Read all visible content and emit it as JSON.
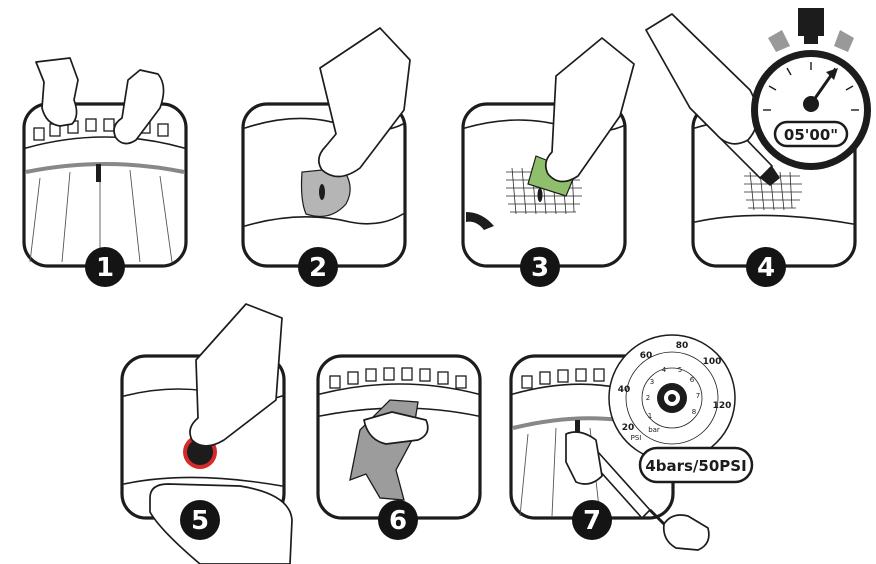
{
  "steps": [
    {
      "number": "1"
    },
    {
      "number": "2"
    },
    {
      "number": "3"
    },
    {
      "number": "4"
    },
    {
      "number": "5"
    },
    {
      "number": "6"
    },
    {
      "number": "7"
    }
  ],
  "timer": {
    "display": "05'00\""
  },
  "pressure": {
    "label": "4bars/50PSI",
    "outer_scale": [
      "20",
      "40",
      "60",
      "80",
      "100",
      "120"
    ],
    "inner_scale": [
      "1",
      "2",
      "3",
      "4",
      "5",
      "6",
      "7",
      "8"
    ],
    "unit_psi": "PSI",
    "unit_bar": "bar"
  },
  "colors": {
    "patch_green": "#8fbf6a",
    "patch_red": "#d62a2a",
    "glue_gray": "#b5b5b5",
    "ink": "#1c1c1c"
  }
}
